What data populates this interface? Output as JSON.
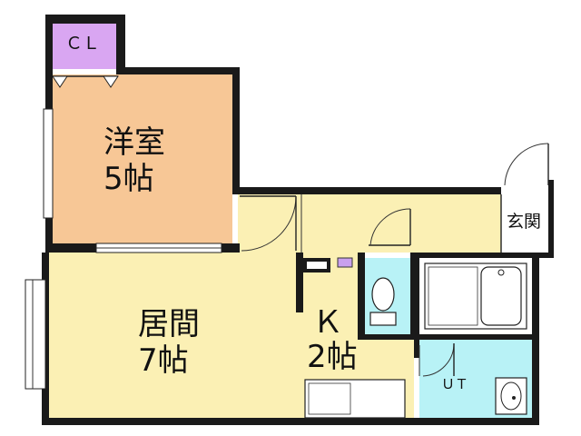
{
  "rooms": {
    "closet": {
      "label": "ＣＬ",
      "color": "#d9a6f2"
    },
    "western": {
      "label1": "洋室",
      "label2": "5帖",
      "color": "#f7c796"
    },
    "living": {
      "label1": "居間",
      "label2": "7帖",
      "color": "#fbf0b4"
    },
    "kitchen": {
      "label1": "Ｋ",
      "label2": "2帖"
    },
    "entrance": {
      "label": "玄関"
    },
    "utility": {
      "label": "ＵＴ",
      "color": "#b8f2f6"
    },
    "toilet": {
      "color": "#b8f2f6"
    },
    "hall": {
      "color": "#fbf0b4"
    }
  }
}
